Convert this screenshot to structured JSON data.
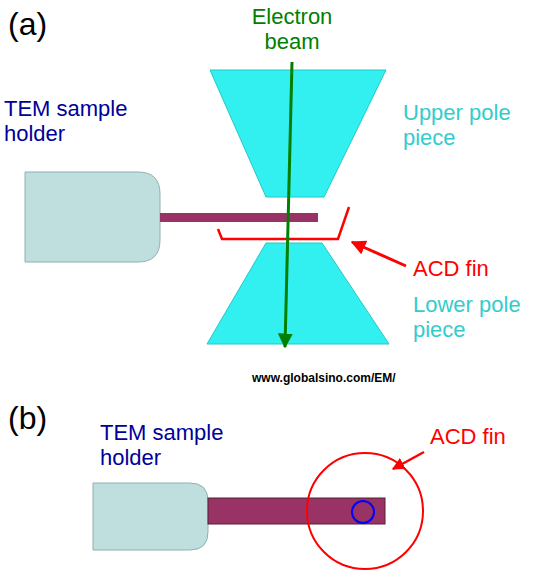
{
  "diagram": {
    "labels": [
      "(a)",
      "Electron beam",
      "TEM sample holder",
      "Upper pole piece",
      "ACD fin",
      "Lower pole piece",
      "www.globalsino.com/EM/",
      "(b)",
      "TEM sample holder",
      "ACD fin"
    ]
  }
}
